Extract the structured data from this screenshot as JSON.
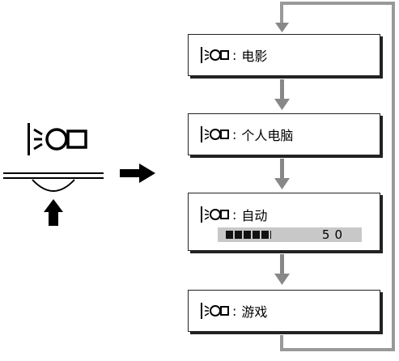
{
  "modes": [
    {
      "id": "movie",
      "label": "电影"
    },
    {
      "id": "pc",
      "label": "个人电脑"
    },
    {
      "id": "auto",
      "label": "自动",
      "level_value": "50",
      "level_fraction": 0.5
    },
    {
      "id": "game",
      "label": "游戏"
    }
  ],
  "separator": ":",
  "icon_name": "picture-mode-icon"
}
